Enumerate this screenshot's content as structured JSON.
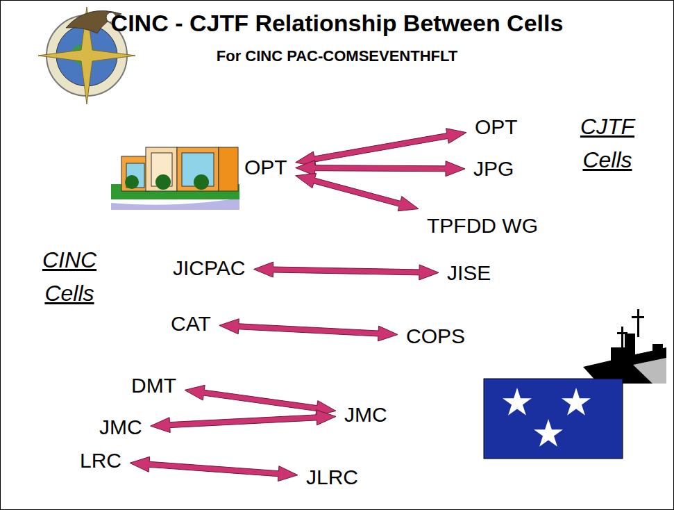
{
  "diagram": {
    "title": "CINC - CJTF Relationship Between Cells",
    "nodes": [
      {
        "text": [
          "OPT"
        ]
      },
      {
        "text": [
          "OPT"
        ]
      },
      {
        "text": [
          "JPG"
        ]
      },
      {
        "text": [
          "TPFDD WG"
        ]
      },
      {
        "text": [
          "JICPAC"
        ]
      },
      {
        "text": [
          "JISE"
        ]
      },
      {
        "text": [
          "CAT"
        ]
      },
      {
        "text": [
          "COPS"
        ]
      },
      {
        "text": [
          "DMT"
        ]
      },
      {
        "text": [
          "JMC"
        ]
      },
      {
        "text": [
          "JMC"
        ]
      },
      {
        "text": [
          "LRC"
        ]
      },
      {
        "text": [
          "JLRC"
        ]
      }
    ],
    "edges": [
      {
        "from": 0,
        "to": 1,
        "arrow": "both"
      },
      {
        "from": 0,
        "to": 2,
        "arrow": "both"
      },
      {
        "from": 0,
        "to": 3,
        "arrow": "both"
      },
      {
        "from": 4,
        "to": 5,
        "arrow": "both"
      },
      {
        "from": 6,
        "to": 7,
        "arrow": "both"
      },
      {
        "from": 8,
        "to": 10,
        "arrow": "both"
      },
      {
        "from": 9,
        "to": 10,
        "arrow": "both"
      },
      {
        "from": 11,
        "to": 12,
        "arrow": "both"
      }
    ],
    "labels": [
      "For CINC PAC-COMSEVENTHFLT",
      "CJTF Cells",
      "CINC Cells"
    ]
  }
}
